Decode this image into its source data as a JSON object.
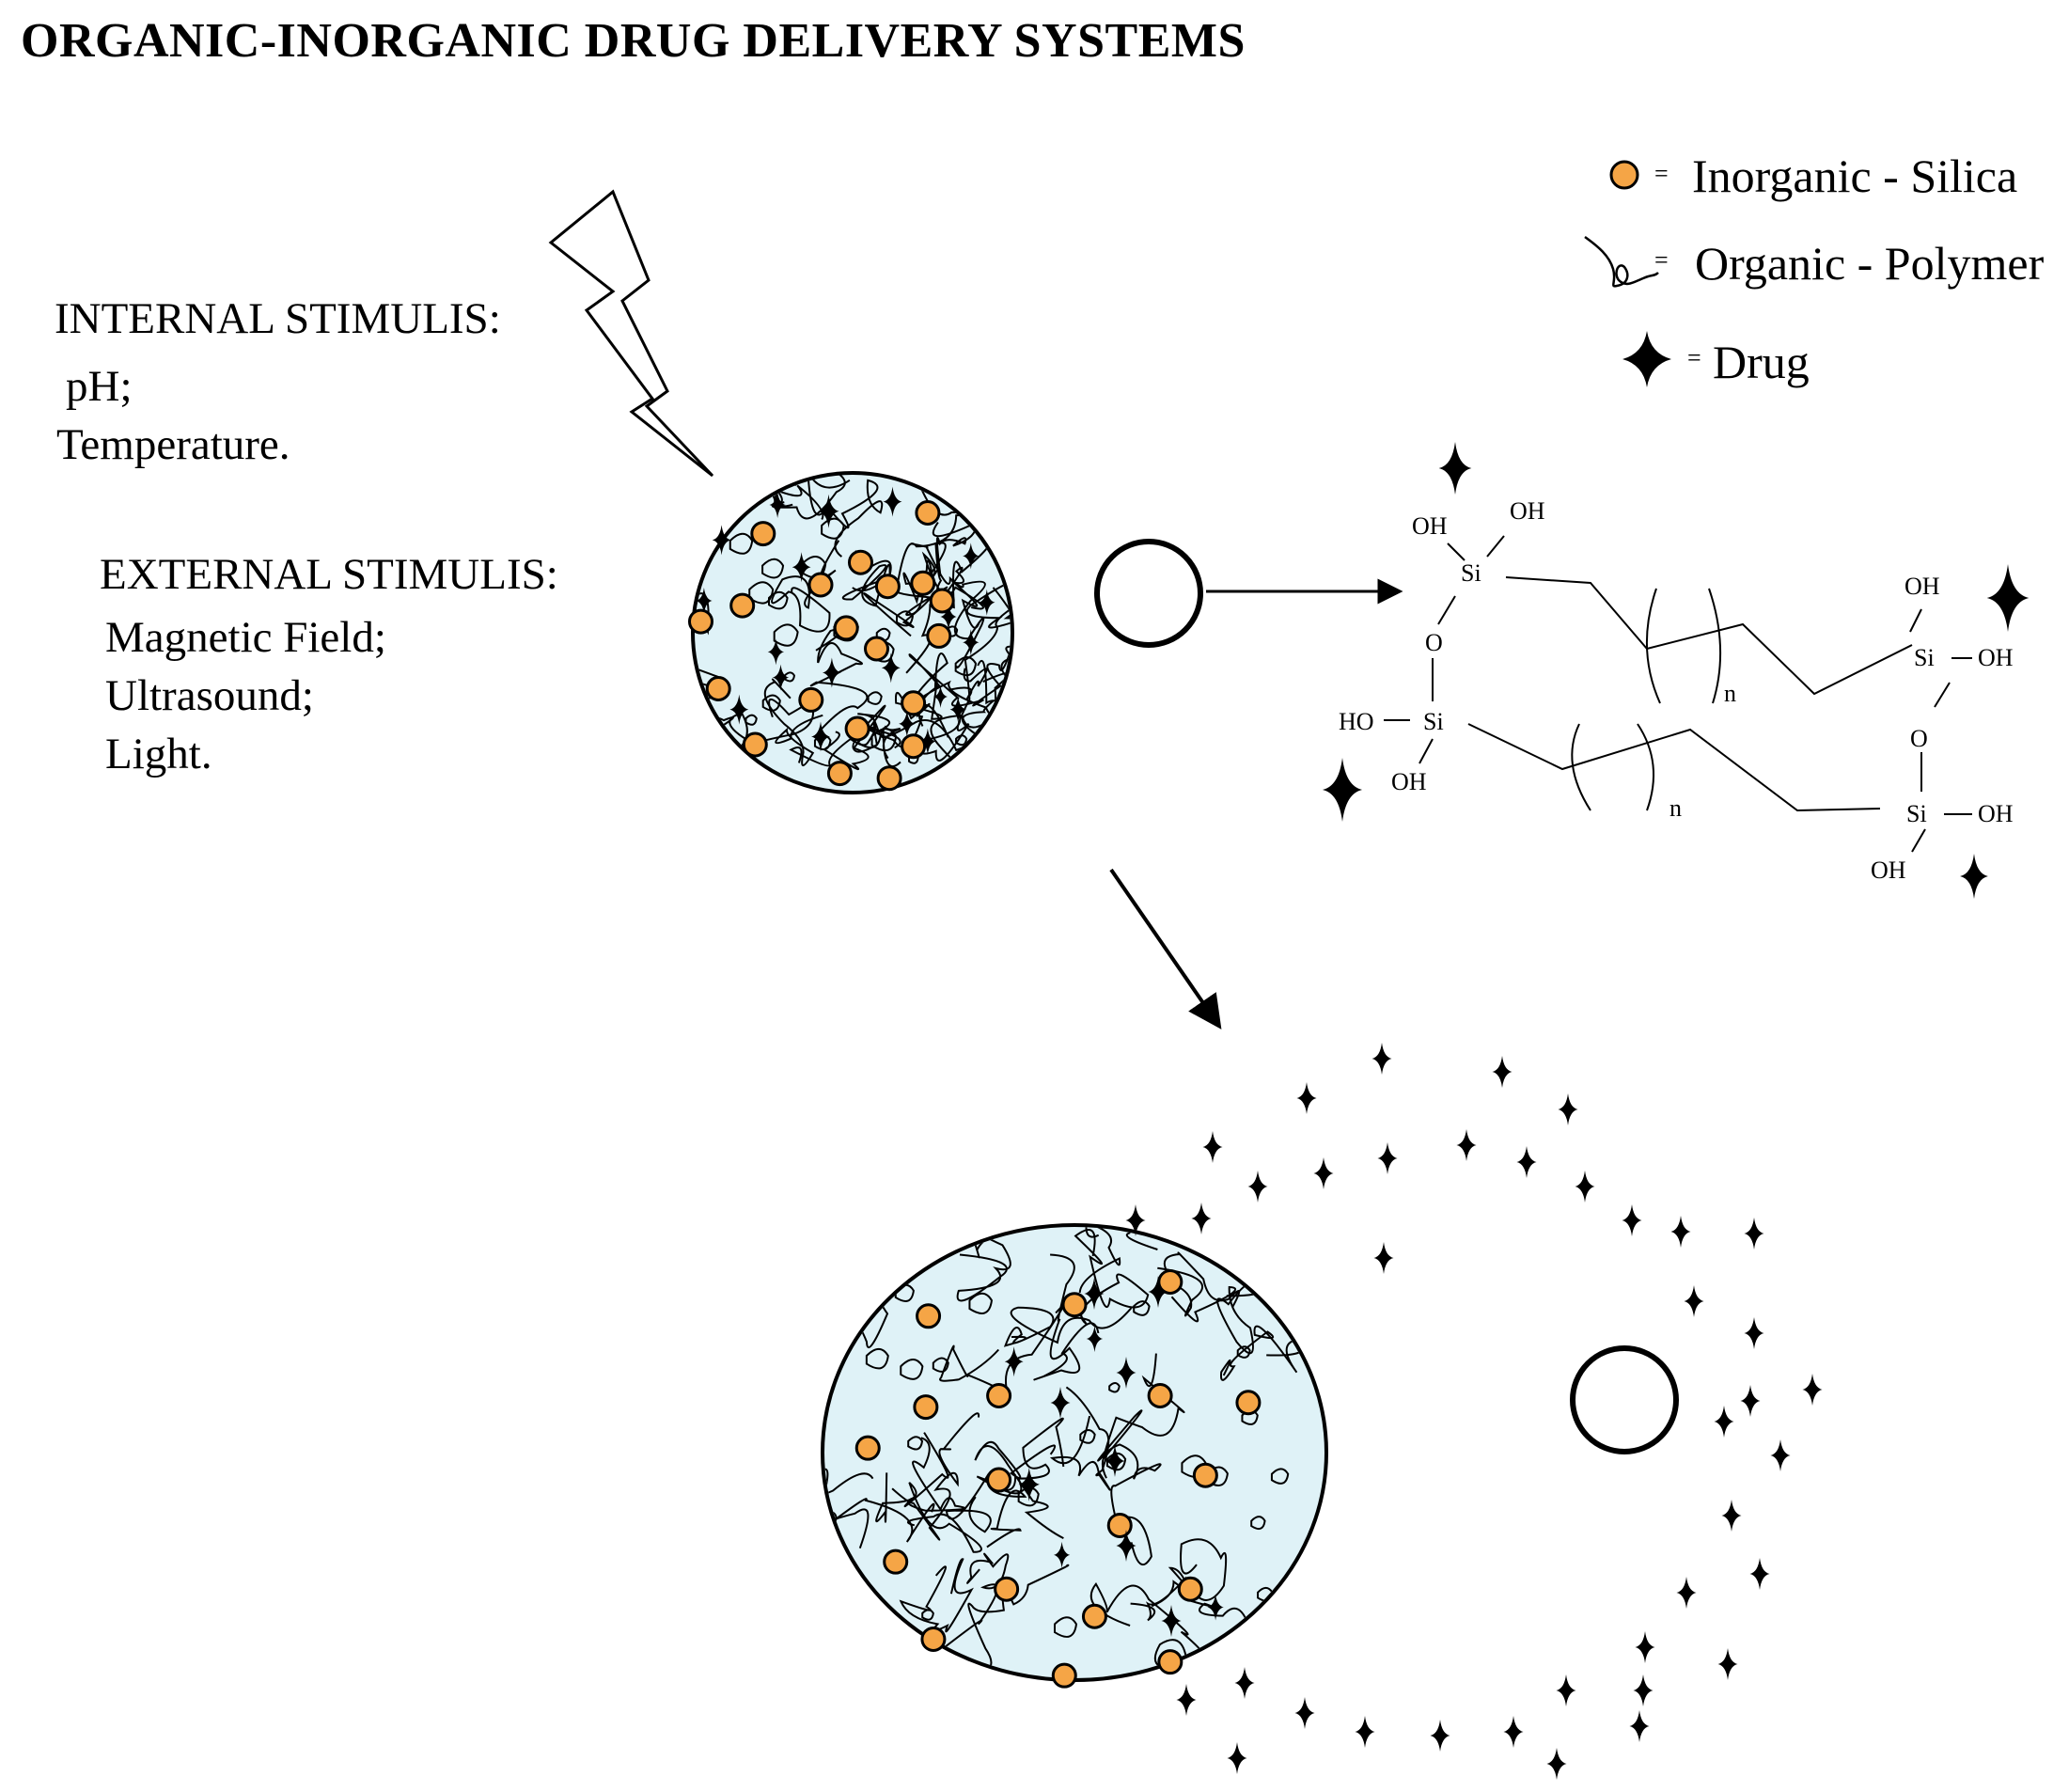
{
  "title": "ORGANIC-INORGANIC DRUG DELIVERY SYSTEMS",
  "internal": {
    "heading": "INTERNAL STIMULIS:",
    "items": [
      "pH;",
      "Temperature."
    ]
  },
  "external": {
    "heading": "EXTERNAL STIMULIS:",
    "items": [
      "Magnetic Field;",
      "Ultrasound;",
      "Light."
    ]
  },
  "legend": {
    "silica": {
      "eq": "=",
      "label": "Inorganic - Silica"
    },
    "polymer": {
      "eq": "=",
      "label": "Organic - Polymer"
    },
    "drug": {
      "eq": "=",
      "label": "Drug"
    }
  },
  "chemistry": {
    "oh": "OH",
    "ho": "HO",
    "si": "Si",
    "o": "O",
    "n": "n",
    "dash": "—"
  },
  "colors": {
    "silica_fill": "#f5a546",
    "particle_fill": "#dff2f7",
    "ink": "#000000"
  }
}
